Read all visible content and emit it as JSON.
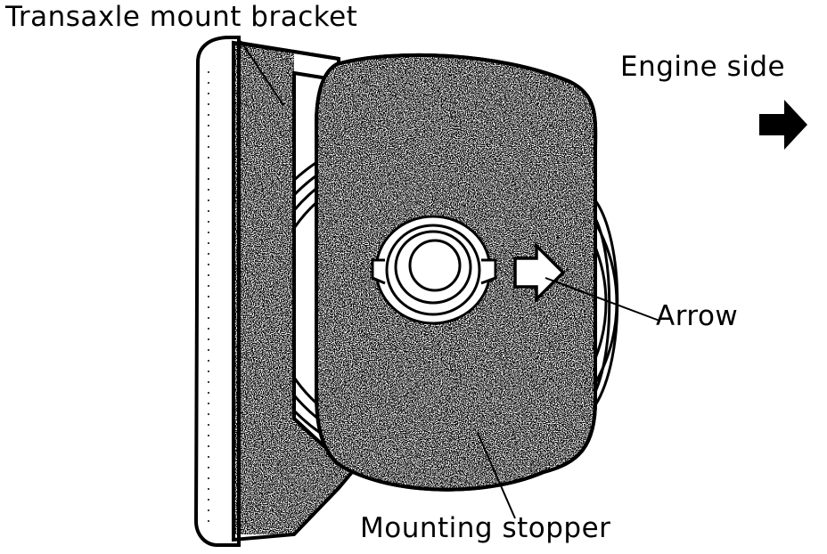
{
  "labels": {
    "transaxle_mount_bracket": "Transaxle mount bracket",
    "engine_side": "Engine side",
    "arrow": "Arrow",
    "mounting_stopper": "Mounting stopper"
  },
  "icons": {
    "engine_side_direction": "right-arrow-icon",
    "stopper_direction_mark": "outlined-right-arrow-icon"
  },
  "colors": {
    "ink": "#000000",
    "paper": "#ffffff",
    "stipple": "#555555"
  }
}
